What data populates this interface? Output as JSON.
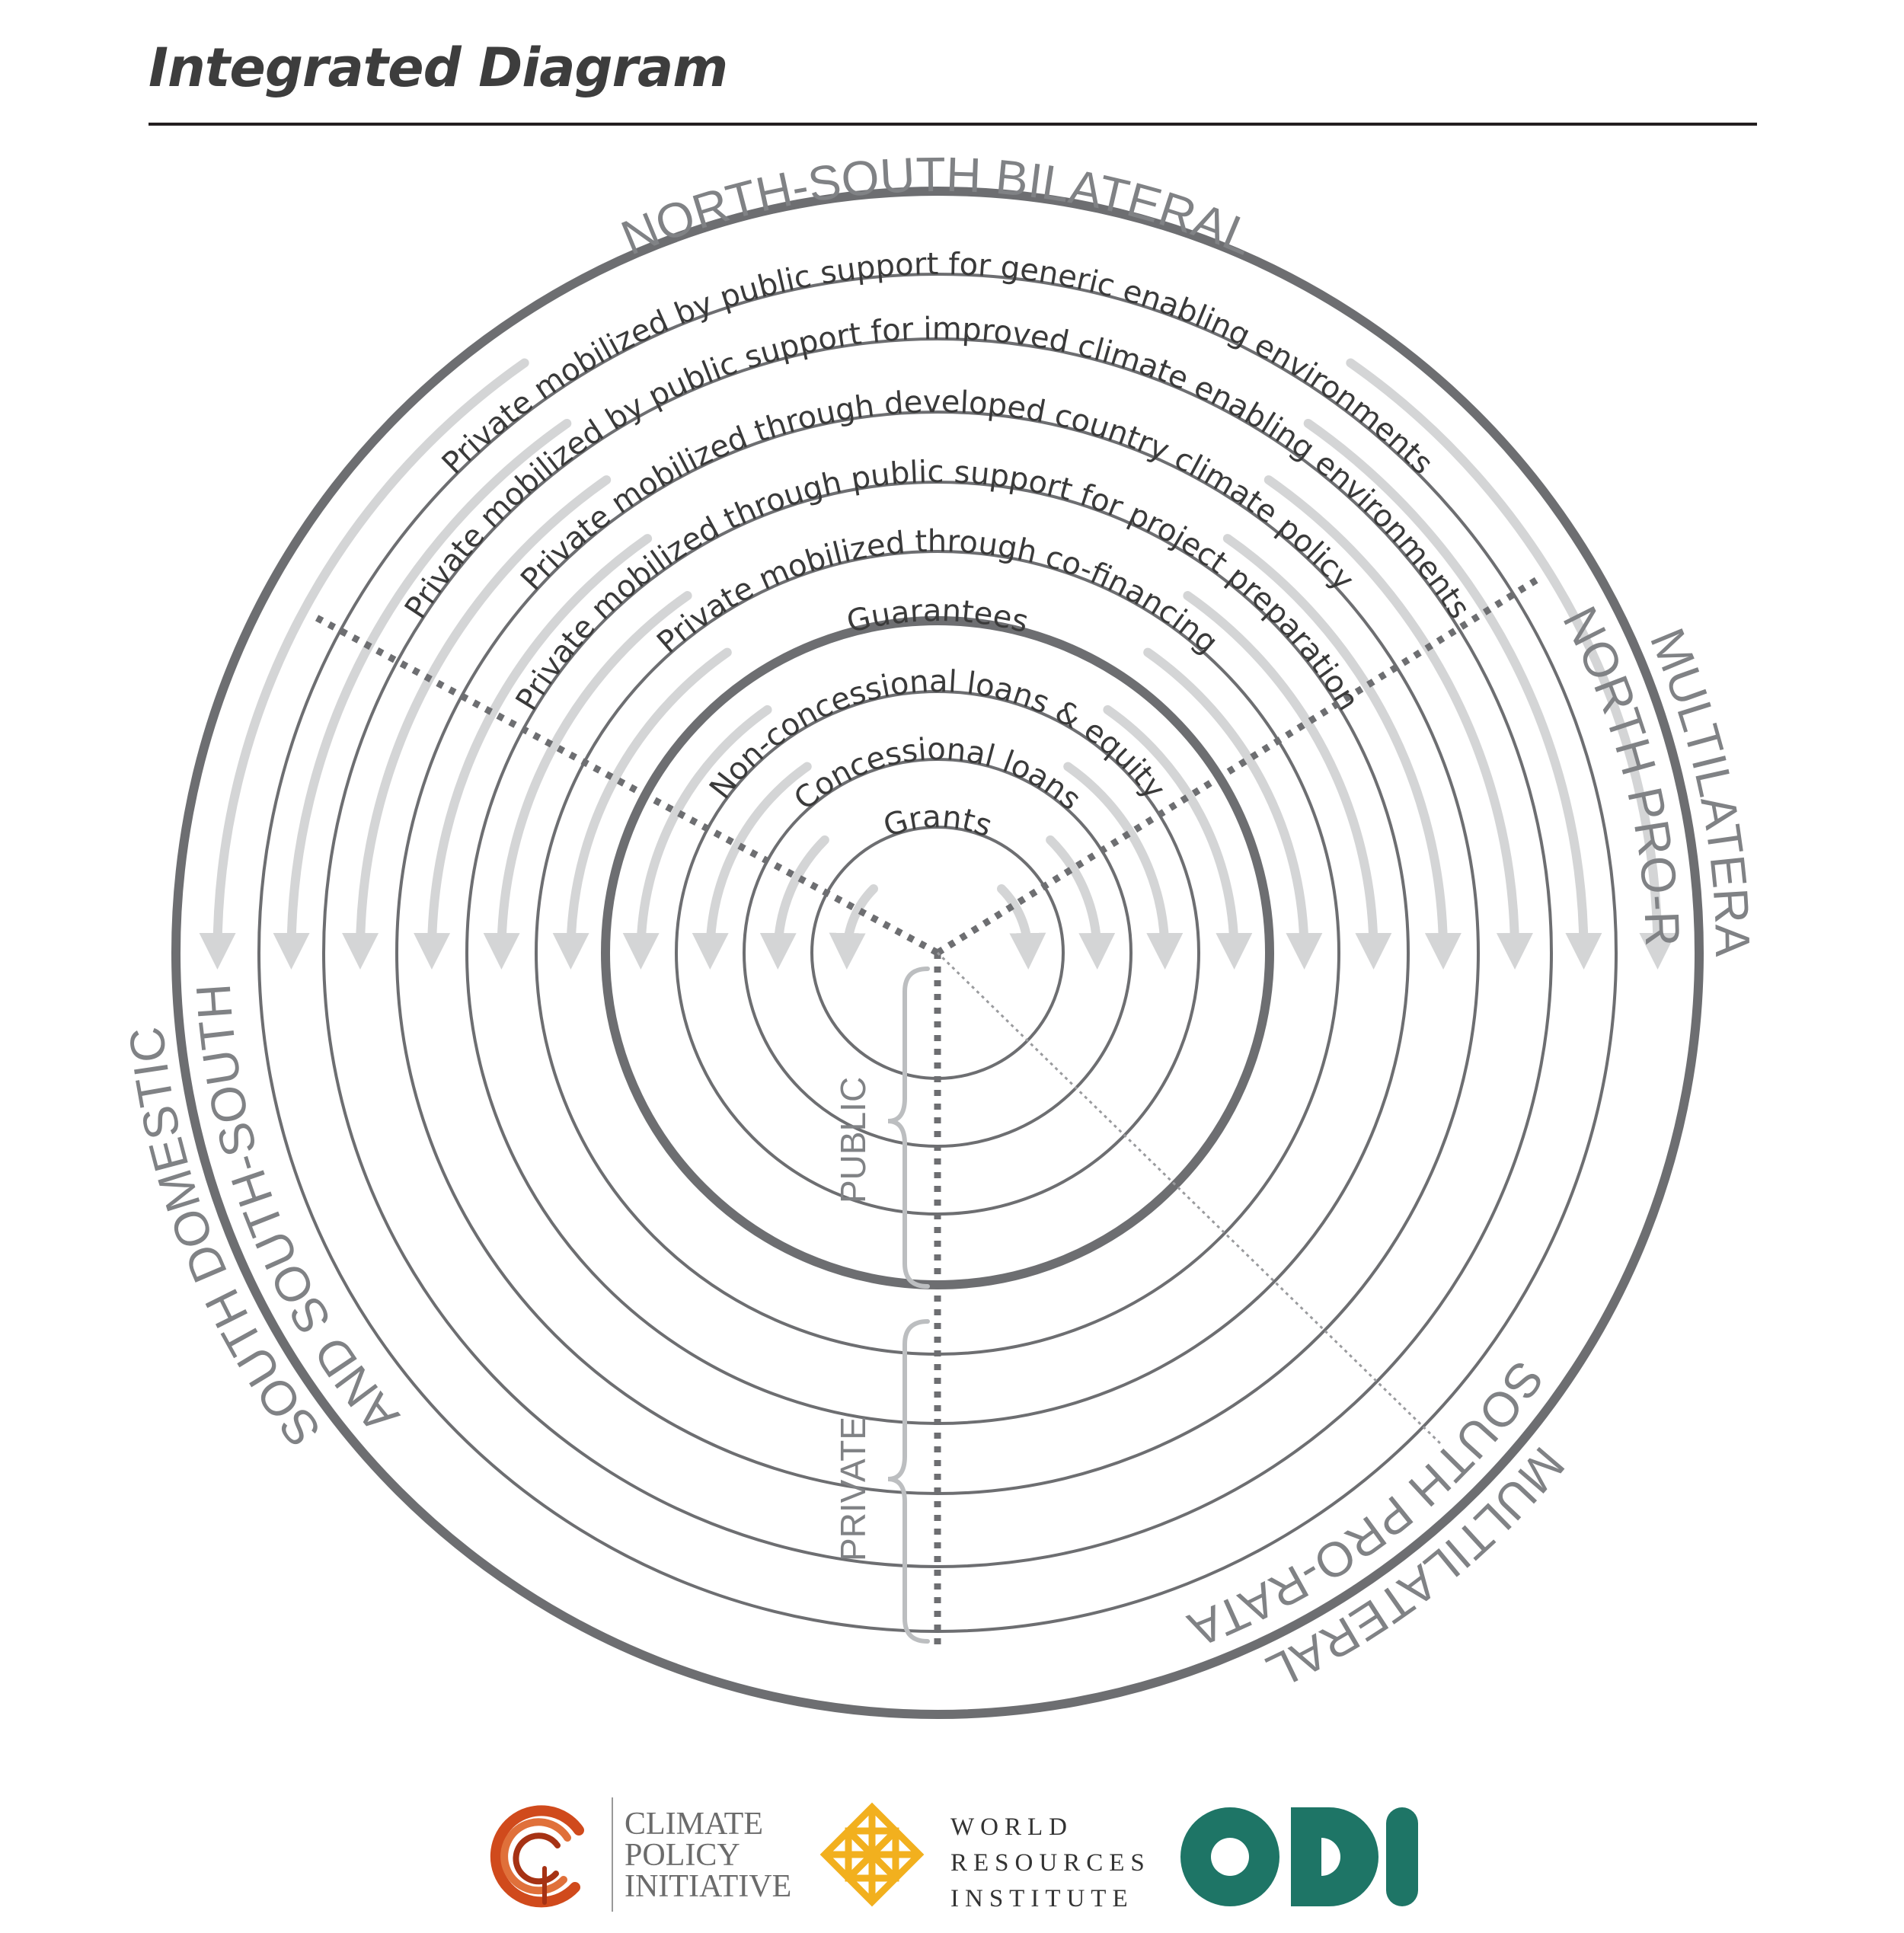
{
  "title": "Integrated Diagram",
  "diagram": {
    "sectors": [
      "NORTH-SOUTH BILATERAL",
      "MULTILATERAL",
      "NORTH PRO-RATA",
      "MULTILATERAL",
      "SOUTH PRO-RATA",
      "SOUTH DOMESTIC",
      "AND SOUTH-SOUTH"
    ],
    "rings": [
      "Grants",
      "Concessional loans",
      "Non-concessional loans & equity",
      "Guarantees",
      "Private mobilized through co-financing",
      "Private mobilized through public support for project preparation",
      "Private mobilized through developed country climate policy",
      "Private mobilized by public support for improved climate enabling environments",
      "Private mobilized by public support for generic enabling environments"
    ],
    "groups": {
      "public": "PUBLIC",
      "private": "PRIVATE"
    },
    "colors": {
      "ring": "#6d6e71",
      "thick_ring": "#6d6e71",
      "arrow": "#d4d5d6",
      "label": "#808285",
      "ring_text": "#3a3a3a"
    }
  },
  "logos": {
    "cpi": {
      "lines": [
        "CLIMATE",
        "POLICY",
        "INITIATIVE"
      ],
      "color": "#d04a1c"
    },
    "wri": {
      "lines": [
        "WORLD",
        "RESOURCES",
        "INSTITUTE"
      ],
      "color": "#f2b01e"
    },
    "odi": {
      "text": "ODI",
      "color": "#1e7566"
    }
  }
}
